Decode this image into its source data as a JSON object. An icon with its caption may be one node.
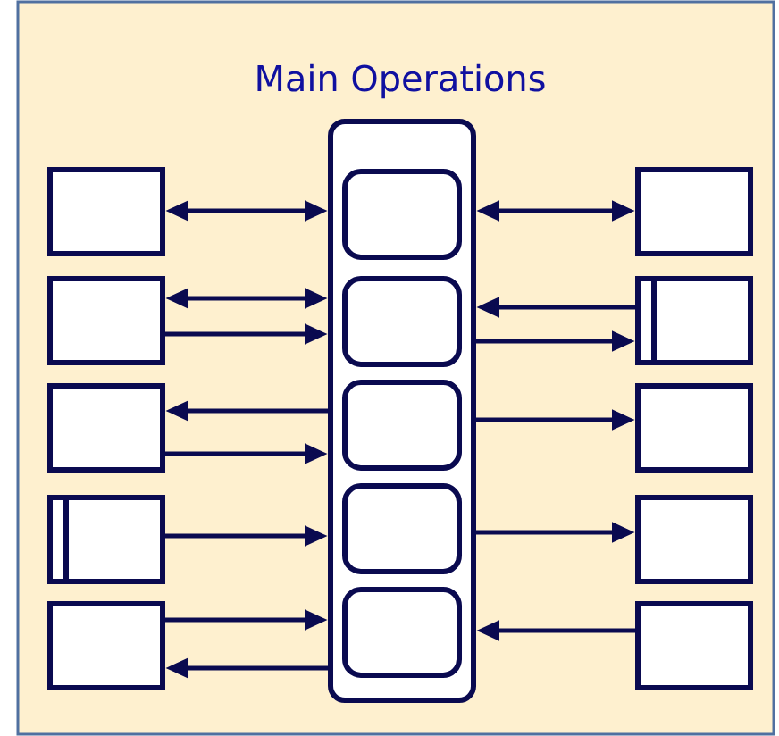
{
  "diagram": {
    "nodes": [
      {
        "text": [
          "Main Operations"
        ]
      },
      {
        "text": [],
        "shape": "box",
        "in": 0
      },
      {
        "text": [],
        "shape": "box",
        "in": 1
      },
      {
        "text": [],
        "shape": "box",
        "in": 1
      },
      {
        "text": [],
        "shape": "box",
        "in": 1
      },
      {
        "text": [],
        "shape": "box",
        "in": 1
      },
      {
        "text": [],
        "shape": "box",
        "in": 1
      },
      {
        "text": [],
        "shape": "box",
        "in": 0
      },
      {
        "text": [],
        "shape": "box",
        "in": 0
      },
      {
        "text": [],
        "shape": "box",
        "in": 0
      },
      {
        "text": [],
        "shape": "box",
        "in": 0
      },
      {
        "text": [],
        "shape": "box",
        "in": 0
      },
      {
        "text": [],
        "shape": "box",
        "in": 0
      },
      {
        "text": [],
        "shape": "box",
        "in": 0
      },
      {
        "text": [],
        "shape": "box",
        "in": 0
      },
      {
        "text": [],
        "shape": "box",
        "in": 0
      },
      {
        "text": [],
        "shape": "box",
        "in": 0
      }
    ],
    "edges": [
      {
        "from": 7,
        "to": 1,
        "arrow": "both"
      },
      {
        "from": 8,
        "to": 1,
        "arrow": "both"
      },
      {
        "from": 8,
        "to": 1,
        "arrow": "to"
      },
      {
        "from": 1,
        "to": 9,
        "arrow": "to"
      },
      {
        "from": 9,
        "to": 1,
        "arrow": "to"
      },
      {
        "from": 10,
        "to": 1,
        "arrow": "to"
      },
      {
        "from": 11,
        "to": 1,
        "arrow": "to"
      },
      {
        "from": 1,
        "to": 11,
        "arrow": "to"
      },
      {
        "from": 1,
        "to": 12,
        "arrow": "both"
      },
      {
        "from": 13,
        "to": 1,
        "arrow": "to"
      },
      {
        "from": 1,
        "to": 13,
        "arrow": "to"
      },
      {
        "from": 1,
        "to": 14,
        "arrow": "to"
      },
      {
        "from": 1,
        "to": 15,
        "arrow": "to"
      },
      {
        "from": 16,
        "to": 1,
        "arrow": "to"
      }
    ]
  }
}
